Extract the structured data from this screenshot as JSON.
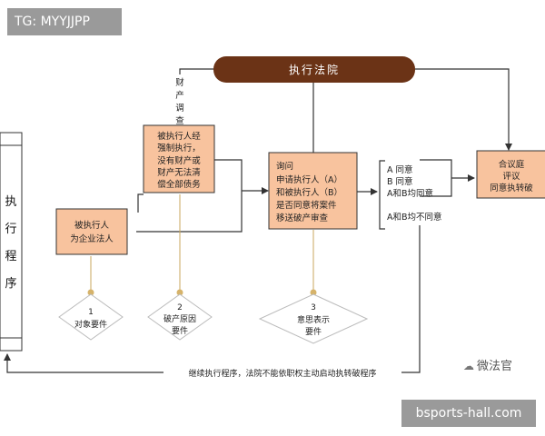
{
  "watermark_top": "TG: MYYJJPP",
  "watermark_bottom": "bsports-hall.com",
  "logo": {
    "icon": "wechat-icon",
    "text": "微法官"
  },
  "procedure_label": [
    "执",
    "行",
    "程",
    "序"
  ],
  "court": "执行法院",
  "investigation_label": [
    "财",
    "产",
    "调",
    "查"
  ],
  "box_enterprise": [
    "被执行人",
    "为企业法人"
  ],
  "box_insolvent": [
    "被执行人经",
    "强制执行，",
    "没有财产或",
    "财产无法清",
    "偿全部债务"
  ],
  "box_inquiry": [
    "询问",
    "申请执行人（A）",
    "和被执行人（B）",
    "是否同意将案件",
    "移送破产审查"
  ],
  "consent": {
    "a": "A 同意",
    "b": "B 同意",
    "ab": "A和B均同意",
    "none": "A和B均不同意"
  },
  "box_collegial": [
    "合议庭",
    "评议",
    "同意执转破"
  ],
  "req1": {
    "num": "1",
    "label": "对象要件"
  },
  "req2": {
    "num": "2",
    "label": [
      "破产原因",
      "要件"
    ]
  },
  "req3": {
    "num": "3",
    "label": [
      "意思表示",
      "要件"
    ]
  },
  "continue_text": "继续执行程序，法院不能依职权主动启动执转破程序",
  "colors": {
    "court_fill": "#6b3316",
    "box_fill": "#f8c39e",
    "box_border": "#333333",
    "dot": "#d6b36a"
  }
}
